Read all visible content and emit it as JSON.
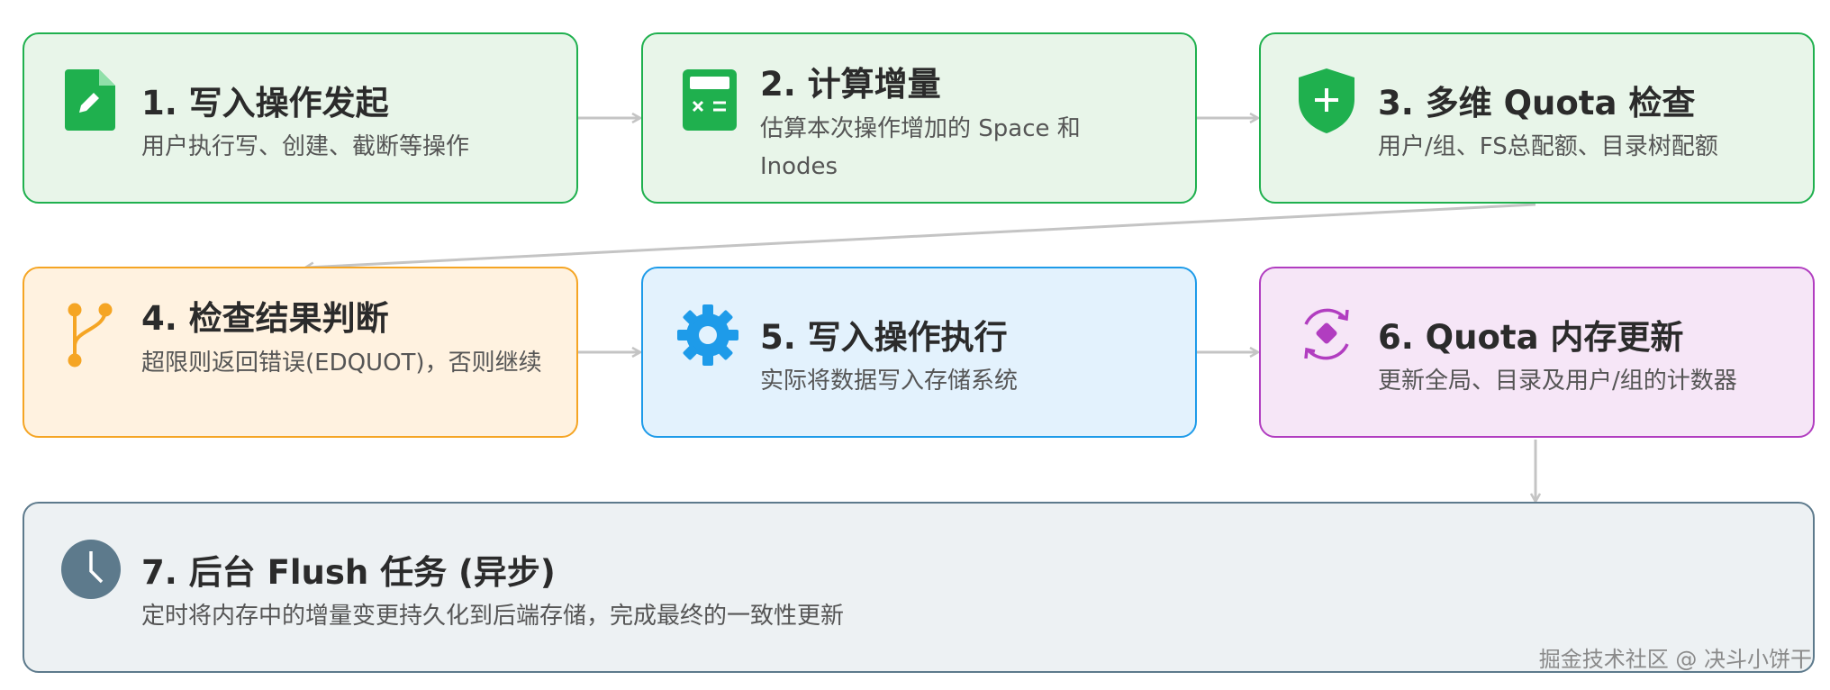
{
  "steps": [
    {
      "title": "1. 写入操作发起",
      "desc": "用户执行写、创建、截断等操作",
      "icon": "file-edit-icon"
    },
    {
      "title": "2. 计算增量",
      "desc": "估算本次操作增加的 Space 和 Inodes",
      "icon": "calculator-icon"
    },
    {
      "title": "3. 多维 Quota 检查",
      "desc": "用户/组、FS总配额、目录树配额",
      "icon": "shield-plus-icon"
    },
    {
      "title": "4. 检查结果判断",
      "desc": "超限则返回错误(EDQUOT)，否则继续",
      "icon": "branch-icon"
    },
    {
      "title": "5. 写入操作执行",
      "desc": "实际将数据写入存储系统",
      "icon": "gear-icon"
    },
    {
      "title": "6. Quota 内存更新",
      "desc": "更新全局、目录及用户/组的计数器",
      "icon": "sync-icon"
    },
    {
      "title": "7. 后台 Flush 任务 (异步)",
      "desc": "定时将内存中的增量变更持久化到后端存储，完成最终的一致性更新",
      "icon": "clock-icon"
    }
  ],
  "watermark": "掘金技术社区 @ 决斗小饼干",
  "colors": {
    "green": "#1fb04e",
    "orange": "#f5a524",
    "blue": "#1e9be9",
    "purple": "#b13dc0",
    "slate": "#5d7a8c",
    "arrow": "#c4c4c4"
  }
}
